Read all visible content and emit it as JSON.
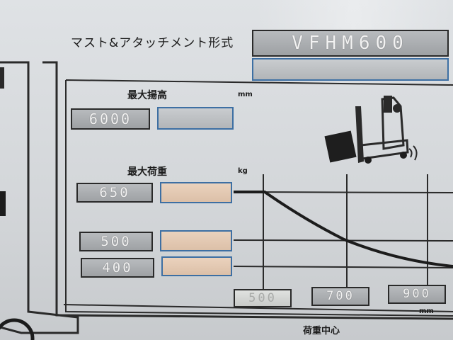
{
  "plate": {
    "title": "マスト&アタッチメント形式",
    "model_value": "VFHM600",
    "max_lift_label": "最大揚高",
    "max_lift_unit": "mm",
    "max_lift_value": "6000",
    "max_load_label": "最大荷重",
    "max_load_unit": "kg",
    "load_values": [
      "650",
      "500",
      "400"
    ],
    "center_values": [
      "500",
      "700",
      "900"
    ],
    "center_unit": "mm",
    "center_label": "荷重中心"
  },
  "colors": {
    "box_border_blue": "#3d6fa3",
    "engraved_fill": "#a6a9ac",
    "peach_fill": "#e2c8b2"
  },
  "icons": {
    "forklift": "reach-forklift-icon"
  }
}
